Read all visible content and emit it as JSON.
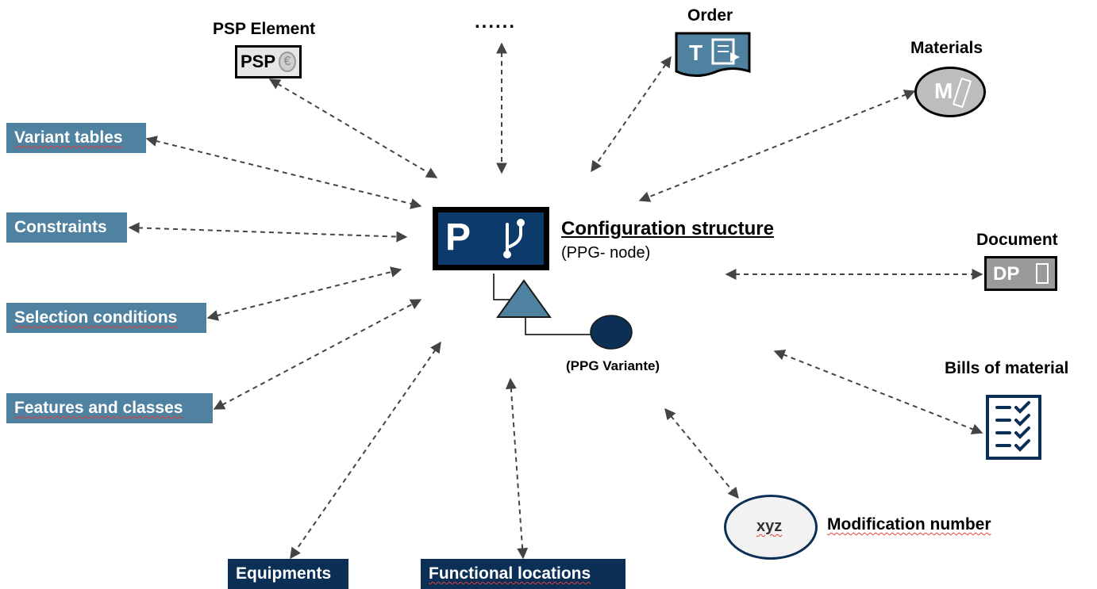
{
  "center": {
    "title": "Configuration structure",
    "subtitle": "(PPG- node)",
    "icon_letter": "P",
    "variant_label": "(PPG Variante)"
  },
  "left_boxes": [
    {
      "label": "Variant tables"
    },
    {
      "label": "Constraints"
    },
    {
      "label": "Selection conditions"
    },
    {
      "label": "Features and classes"
    }
  ],
  "bottom_boxes": [
    {
      "label": "Equipments"
    },
    {
      "label": "Functional locations"
    }
  ],
  "nodes": {
    "psp": {
      "label": "PSP Element",
      "icon_text": "PSP"
    },
    "dots": {
      "label": "......"
    },
    "order": {
      "label": "Order",
      "icon_text": "T"
    },
    "materials": {
      "label": "Materials",
      "icon_text": "M"
    },
    "document": {
      "label": "Document",
      "icon_text": "DP"
    },
    "bom": {
      "label": "Bills of material"
    },
    "modification": {
      "label": "Modification number",
      "icon_text": "xyz"
    }
  },
  "colors": {
    "teal_box": "#4f81a0",
    "navy_box": "#0c2f55",
    "arrow": "#444444"
  }
}
